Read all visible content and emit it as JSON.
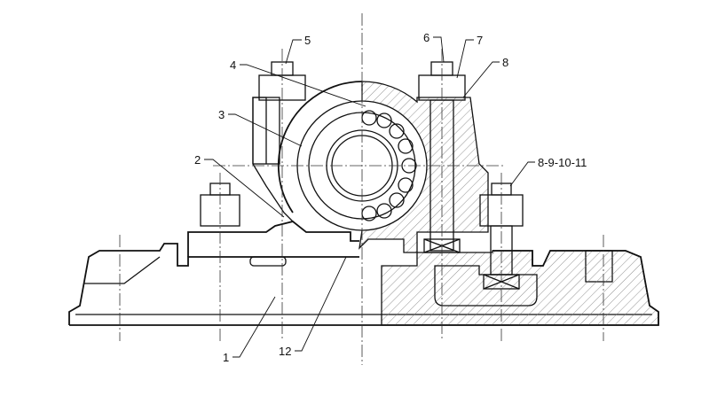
{
  "title": "Plummer block bearing housing assembly",
  "callouts": [
    {
      "id": "1",
      "text": "1"
    },
    {
      "id": "2",
      "text": "2"
    },
    {
      "id": "3",
      "text": "3"
    },
    {
      "id": "4",
      "text": "4"
    },
    {
      "id": "5",
      "text": "5"
    },
    {
      "id": "6",
      "text": "6"
    },
    {
      "id": "7",
      "text": "7"
    },
    {
      "id": "8",
      "text": "8"
    },
    {
      "id": "8-9-10-11",
      "text": "8-9-10-11"
    },
    {
      "id": "12",
      "text": "12"
    }
  ]
}
